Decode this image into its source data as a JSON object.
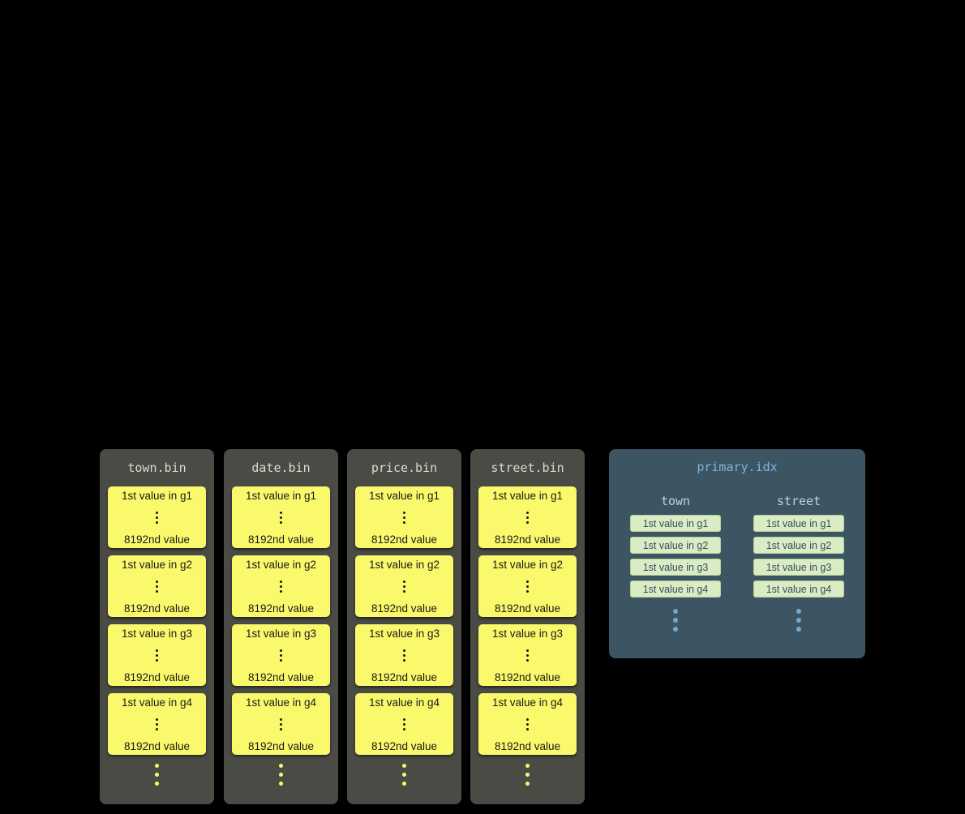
{
  "colors": {
    "background": "#000000",
    "bin_column_bg": "#4b4b46",
    "bin_title_color": "#dbdbd2",
    "granule_block_bg": "#f9f96b",
    "granule_text_color": "#1a1a1a",
    "index_box_bg": "#3d5462",
    "index_title_color": "#82b4d6",
    "index_header_color": "#c6d0d6",
    "index_entry_bg": "#d9ecc3",
    "index_entry_text_color": "#35505e",
    "index_dots_color": "#74a9cd"
  },
  "bin_files": [
    {
      "title": "town.bin",
      "blocks": [
        {
          "top": "1st value in g1",
          "bottom": "8192nd value"
        },
        {
          "top": "1st value in g2",
          "bottom": "8192nd value"
        },
        {
          "top": "1st value in g3",
          "bottom": "8192nd value"
        },
        {
          "top": "1st value in g4",
          "bottom": "8192nd value"
        }
      ]
    },
    {
      "title": "date.bin",
      "blocks": [
        {
          "top": "1st value in g1",
          "bottom": "8192nd value"
        },
        {
          "top": "1st value in g2",
          "bottom": "8192nd value"
        },
        {
          "top": "1st value in g3",
          "bottom": "8192nd value"
        },
        {
          "top": "1st value in g4",
          "bottom": "8192nd value"
        }
      ]
    },
    {
      "title": "price.bin",
      "blocks": [
        {
          "top": "1st value in g1",
          "bottom": "8192nd value"
        },
        {
          "top": "1st value in g2",
          "bottom": "8192nd value"
        },
        {
          "top": "1st value in g3",
          "bottom": "8192nd value"
        },
        {
          "top": "1st value in g4",
          "bottom": "8192nd value"
        }
      ]
    },
    {
      "title": "street.bin",
      "blocks": [
        {
          "top": "1st value in g1",
          "bottom": "8192nd value"
        },
        {
          "top": "1st value in g2",
          "bottom": "8192nd value"
        },
        {
          "top": "1st value in g3",
          "bottom": "8192nd value"
        },
        {
          "top": "1st value in g4",
          "bottom": "8192nd value"
        }
      ]
    }
  ],
  "primary_index": {
    "title": "primary.idx",
    "columns": [
      {
        "header": "town",
        "entries": [
          "1st value in g1",
          "1st value in g2",
          "1st value in g3",
          "1st value in g4"
        ]
      },
      {
        "header": "street",
        "entries": [
          "1st value in g1",
          "1st value in g2",
          "1st value in g3",
          "1st value in g4"
        ]
      }
    ]
  }
}
